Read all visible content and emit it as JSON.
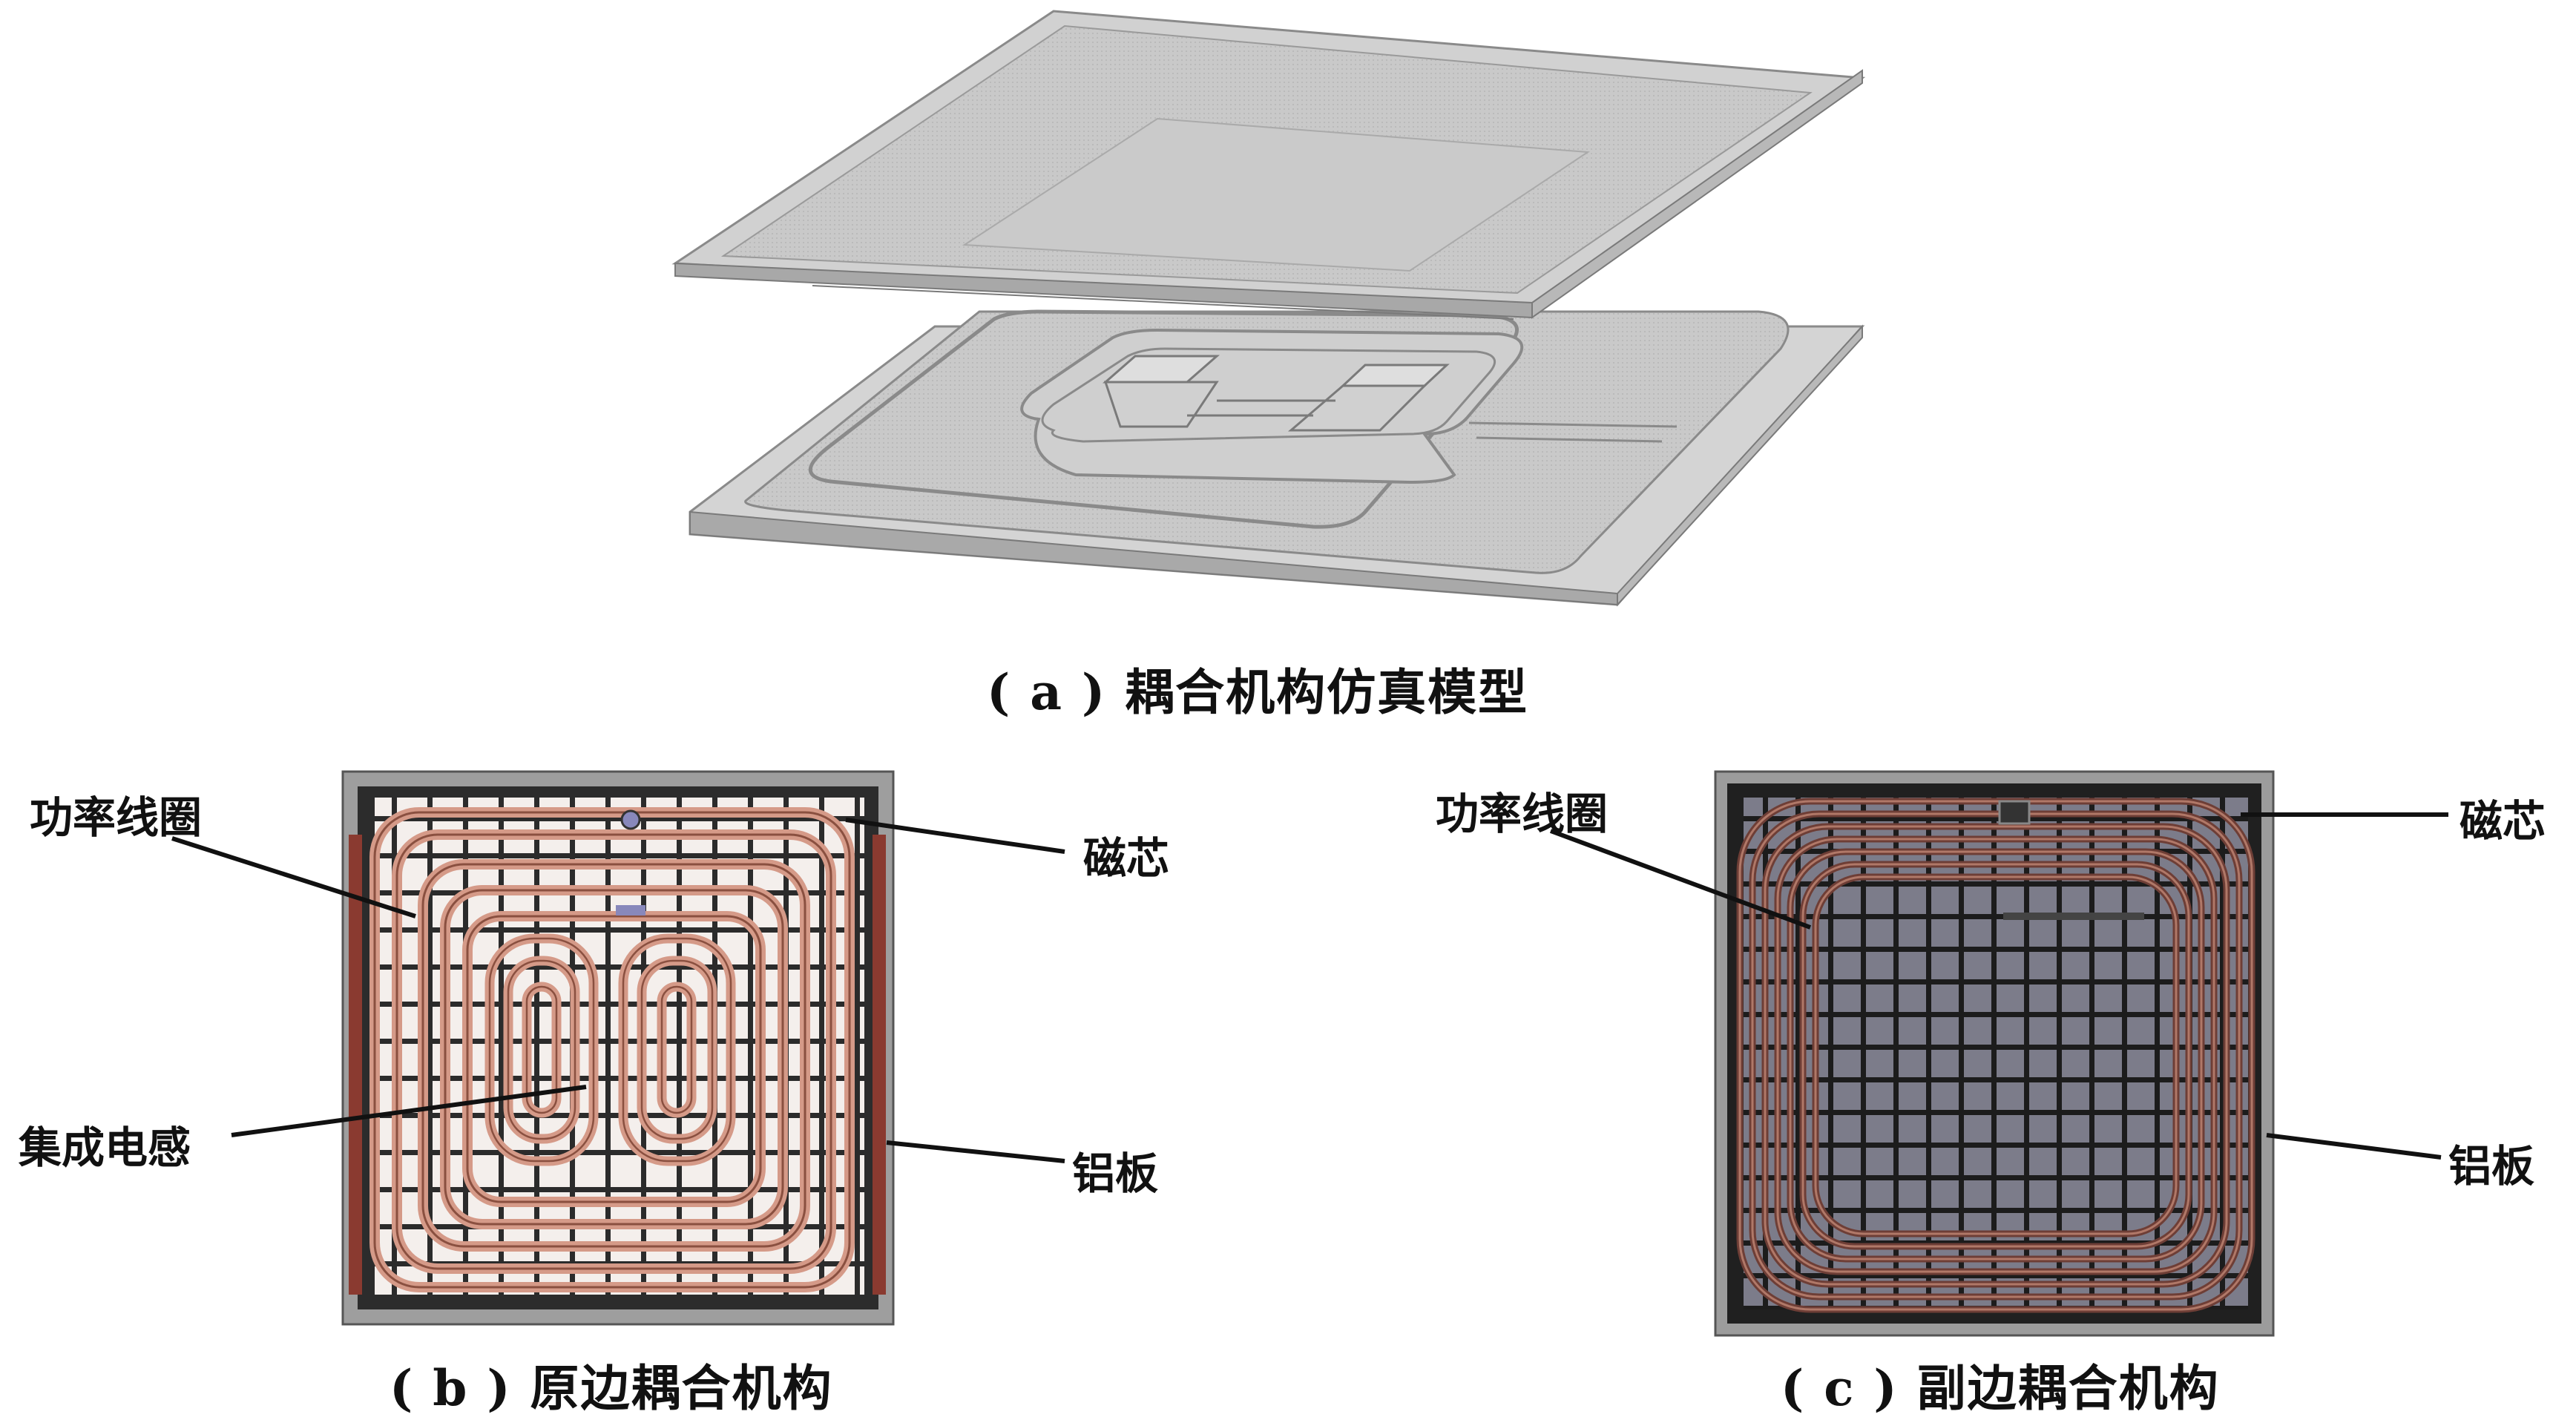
{
  "captions": {
    "a": "( a ) 耦合机构仿真模型",
    "b": "( b ) 原边耦合机构",
    "c": "( c ) 副边耦合机构"
  },
  "labels_b": {
    "power_coil": "功率线圈",
    "magnetic_core": "磁芯",
    "integrated_inductor": "集成电感",
    "aluminum_plate": "铝板"
  },
  "labels_c": {
    "power_coil": "功率线圈",
    "magnetic_core": "磁芯",
    "aluminum_plate": "铝板"
  },
  "colors": {
    "model_fill": "#c8c8c8",
    "model_edge": "#8a8a8a",
    "plate_dark": "#3a3a3a",
    "plate_frame": "#9a9a9a",
    "copper": "#d9a090",
    "copper_edge": "#8a5040",
    "core_grid": "#2a2a2a",
    "core_fill_c": "#7a7a88"
  }
}
